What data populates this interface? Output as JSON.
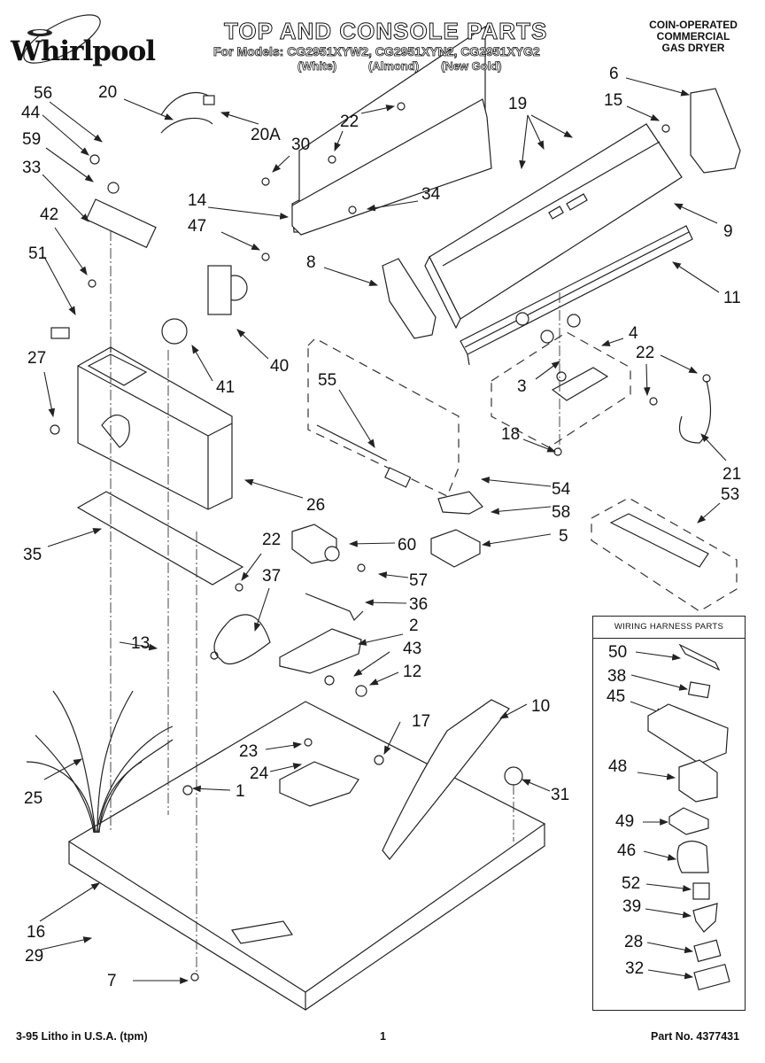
{
  "header": {
    "brand": "Whirlpool",
    "title": "TOP AND CONSOLE PARTS",
    "models_line": "For Models: CG2951XYW2, CG2951XYN2, CG2951XYG2",
    "variants": [
      "(White)",
      "(Almond)",
      "(New Gold)"
    ],
    "product_type": [
      "COIN-OPERATED",
      "COMMERCIAL",
      "GAS DRYER"
    ]
  },
  "callouts": {
    "c56": "56",
    "c20": "20",
    "c20A": "20A",
    "c44": "44",
    "c59": "59",
    "c33": "33",
    "c42": "42",
    "c51": "51",
    "c27": "27",
    "c22a": "22",
    "c30": "30",
    "c14": "14",
    "c34": "34",
    "c47": "47",
    "c8": "8",
    "c40": "40",
    "c41": "41",
    "c19": "19",
    "c6": "6",
    "c15": "15",
    "c9": "9",
    "c11": "11",
    "c4": "4",
    "c3": "3",
    "c22b": "22",
    "c18": "18",
    "c21": "21",
    "c55": "55",
    "c54": "54",
    "c26": "26",
    "c58": "58",
    "c53": "53",
    "c5": "5",
    "c35": "35",
    "c60": "60",
    "c22c": "22",
    "c37": "37",
    "c57": "57",
    "c36": "36",
    "c2": "2",
    "c13": "13",
    "c43": "43",
    "c12": "12",
    "c10": "10",
    "c17": "17",
    "c23": "23",
    "c24": "24",
    "c25": "25",
    "c1": "1",
    "c31": "31",
    "c16": "16",
    "c29": "29",
    "c7": "7"
  },
  "wiring_harness_panel": {
    "title": "WIRING HARNESS PARTS",
    "items": [
      "50",
      "38",
      "45",
      "48",
      "49",
      "46",
      "52",
      "39",
      "28",
      "32"
    ]
  },
  "footer": {
    "print_info": "3-95 Litho in U.S.A. (tpm)",
    "page_number": "1",
    "part_number": "Part No. 4377431"
  }
}
